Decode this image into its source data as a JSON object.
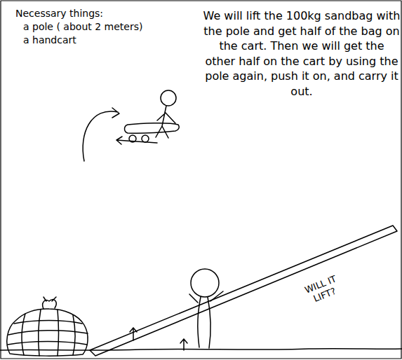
{
  "diagram": {
    "labels": [
      "Necessary things:",
      "a pole ( about 2 meters)",
      "a handcart",
      "We will lift the 100kg sandbag with the pole and get half of the bag on the cart. Then we will get the other half on the cart by using the pole again, push it on, and carry it out.",
      "WILL IT LIFT?"
    ]
  }
}
